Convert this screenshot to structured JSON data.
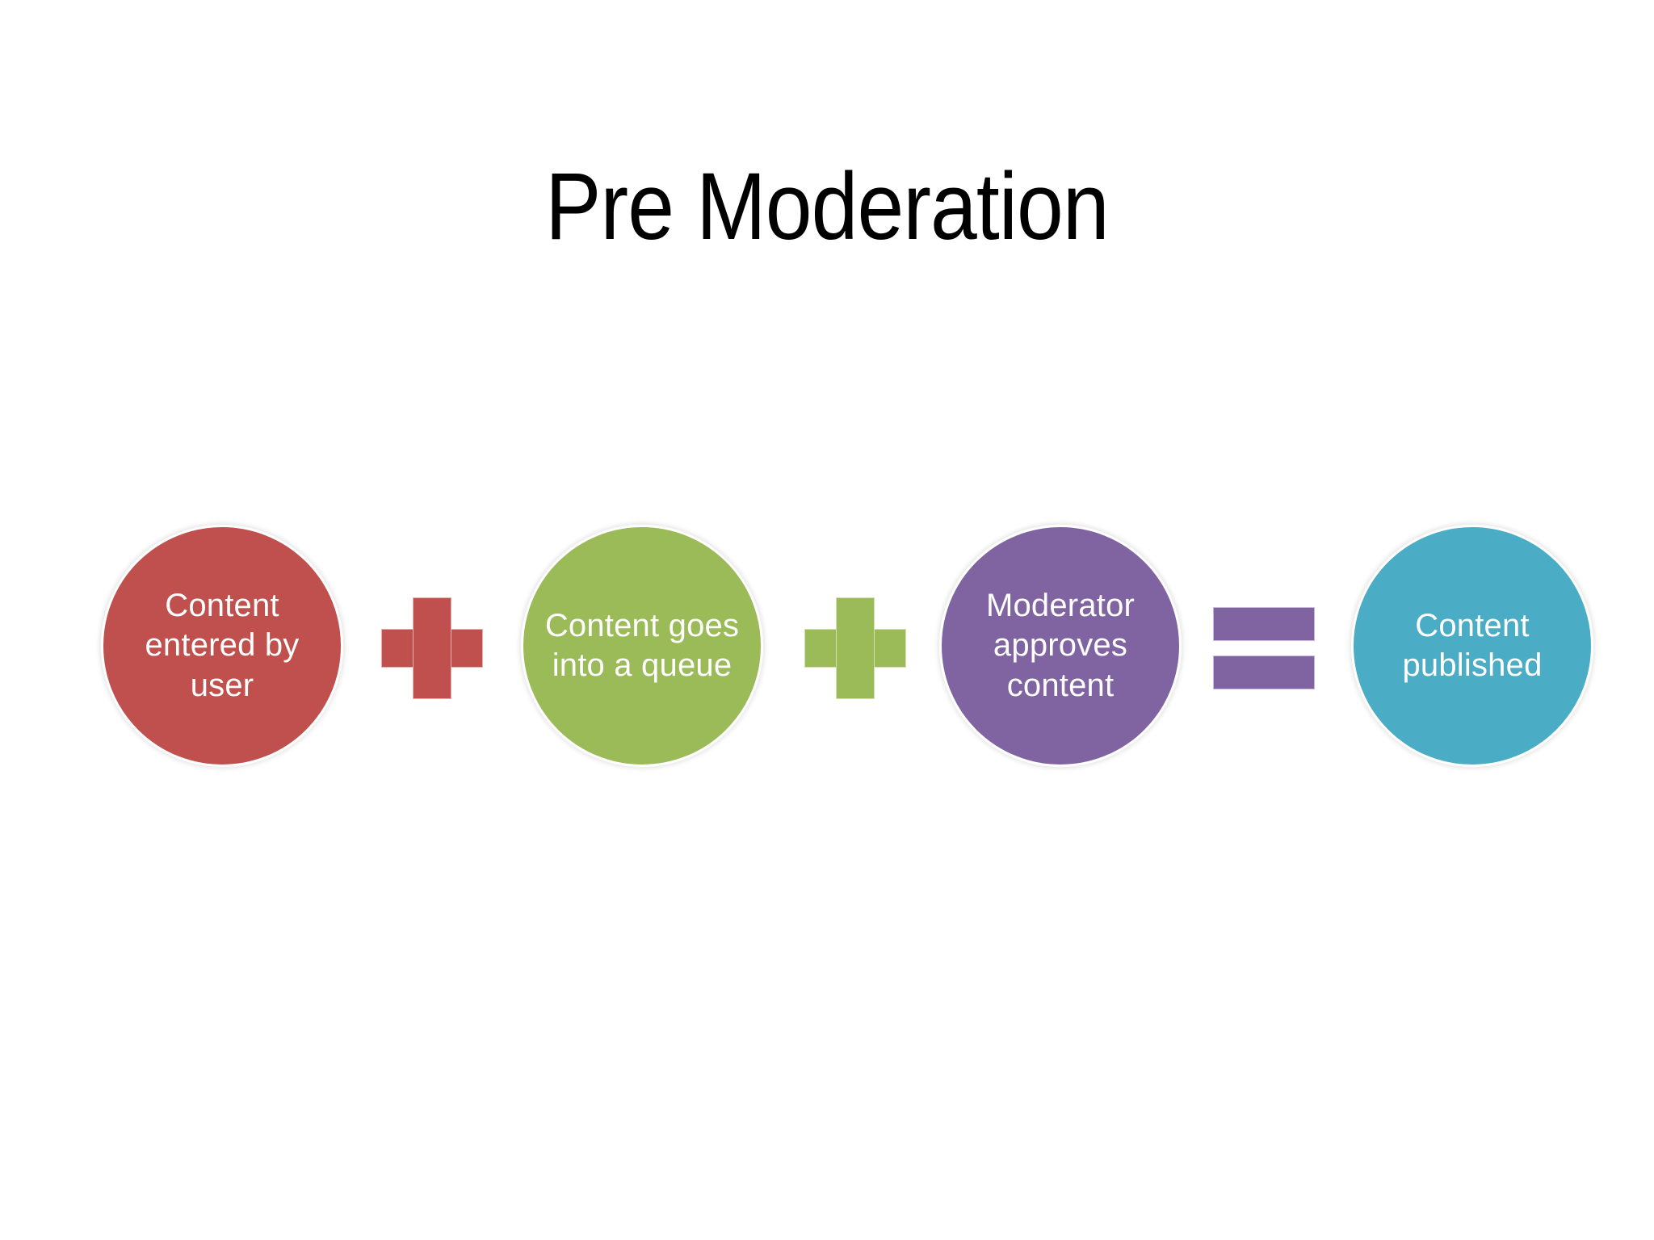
{
  "slide": {
    "title": "Pre Moderation",
    "background_color": "#ffffff",
    "title_color": "#000000"
  },
  "diagram": {
    "type": "equation-flow",
    "nodes": [
      {
        "id": "content-entered-by-user",
        "label": "Content entered by user",
        "color": "#C0504D",
        "shape": "circle"
      },
      {
        "id": "content-goes-into-a-queue",
        "label": "Content goes into a queue",
        "color": "#9BBB59",
        "shape": "circle"
      },
      {
        "id": "moderator-approves-content",
        "label": "Moderator approves content",
        "color": "#8064A2",
        "shape": "circle"
      },
      {
        "id": "content-published",
        "label": "Content published",
        "color": "#4BACC6",
        "shape": "circle"
      }
    ],
    "operators": [
      {
        "id": "plus-1",
        "symbol": "+",
        "name": "plus-sign",
        "color": "#C0504D"
      },
      {
        "id": "plus-2",
        "symbol": "+",
        "name": "plus-sign",
        "color": "#9BBB59"
      },
      {
        "id": "equals-1",
        "symbol": "=",
        "name": "equals-sign",
        "color": "#8064A2"
      }
    ],
    "label_color": "#ffffff"
  }
}
